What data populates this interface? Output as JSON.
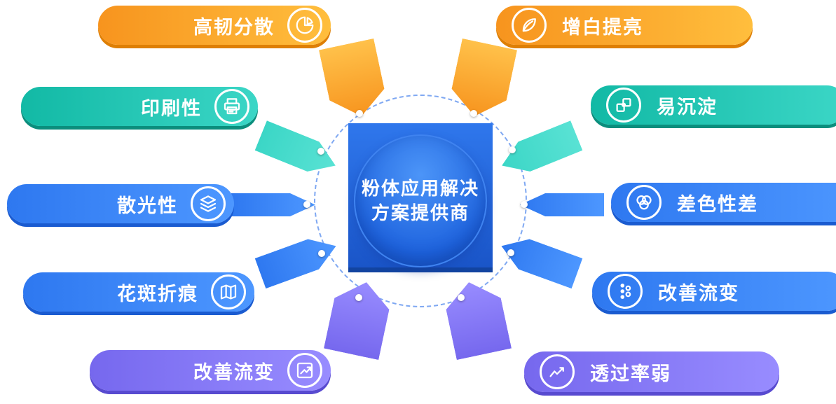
{
  "center": {
    "title_line1": "粉体应用解决",
    "title_line2": "方案提供商"
  },
  "left_items": [
    {
      "label": "高韧分散",
      "icon": "pie-chart-icon",
      "color": "#F7941E"
    },
    {
      "label": "印刷性",
      "icon": "printer-icon",
      "color": "#14B8A6"
    },
    {
      "label": "散光性",
      "icon": "layers-icon",
      "color": "#2E78F0"
    },
    {
      "label": "花斑折痕",
      "icon": "map-icon",
      "color": "#2E78F0"
    },
    {
      "label": "改善流变",
      "icon": "trend-arrow-icon",
      "color": "#7668EE"
    }
  ],
  "right_items": [
    {
      "label": "增白提亮",
      "icon": "leaf-icon",
      "color": "#F7941E"
    },
    {
      "label": "易沉淀",
      "icon": "puzzle-icon",
      "color": "#14B8A6"
    },
    {
      "label": "差色性差",
      "icon": "venn-circles-icon",
      "color": "#2E78F0"
    },
    {
      "label": "改善流变",
      "icon": "molecule-icon",
      "color": "#2E78F0"
    },
    {
      "label": "透过率弱",
      "icon": "line-chart-icon",
      "color": "#7668EE"
    }
  ],
  "palette": {
    "orange": "#F7941E",
    "teal": "#14B8A6",
    "blue": "#2E78F0",
    "purple": "#7668EE",
    "center_blue": "#1E63DE"
  }
}
